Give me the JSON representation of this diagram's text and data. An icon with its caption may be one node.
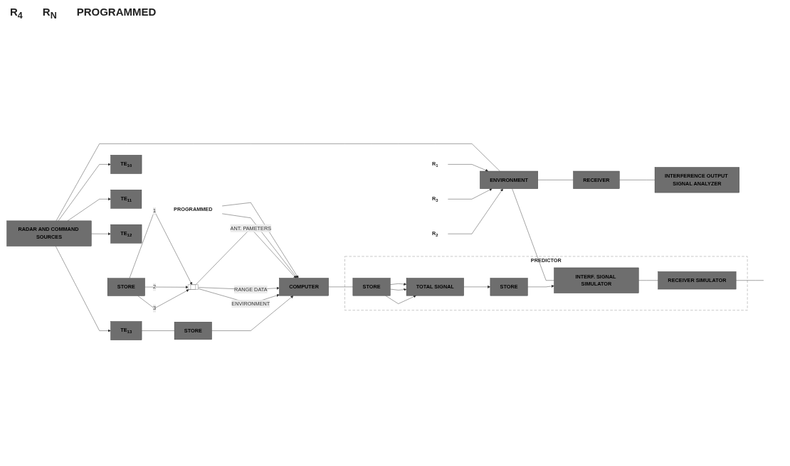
{
  "diagram": {
    "nodes": [
      {
        "text": [
          "RADAR AND COMMAND SOURCES"
        ]
      },
      {
        "text": [
          "R$_{1}$"
        ]
      },
      {
        "text": [
          "R$_{3}$"
        ]
      },
      {
        "text": [
          "R$_{2}$"
        ]
      },
      {
        "text": [
          "ENVIRONMENT"
        ]
      },
      {
        "text": [
          "RECEIVER"
        ]
      },
      {
        "text": [
          "INTERFERENCE OUTPUT SIGNAL ANALYZER"
        ]
      },
      {
        "text": [
          "PREDICTOR"
        ]
      },
      {
        "text": [
          "INTERF. SIGNAL SIMULATOR"
        ],
        "in": 7
      },
      {
        "text": [
          "RECEIVER SIMULATOR"
        ],
        "in": 7
      },
      {
        "text": [
          "TE$_{10}$"
        ]
      },
      {
        "text": [
          "TE$_{11}$"
        ]
      },
      {
        "text": [
          "TE$_{12}$"
        ]
      },
      {
        "text": [
          "TE$_{13}$"
        ]
      },
      {
        "text": [
          "STORE"
        ]
      },
      {
        "text": [
          "STORE"
        ],
        "in": 7
      },
      {
        "text": [
          "PROGRAMMED"
        ]
      },
      {
        "text": [
          "STORE"
        ]
      },
      {
        "text": [],
        "shape": "bar"
      },
      {
        "text": [
          "COMPUTER"
        ]
      },
      {
        "text": [
          "STORE"
        ],
        "in": 7
      },
      {
        "text": [
          "TOTAL SIGNAL"
        ],
        "in": 7
      }
    ],
    "edges": [
      {
        "from": 0,
        "to": 4,
        "arrow": "none"
      },
      {
        "from": 0,
        "to": 10,
        "arrow": "to"
      },
      {
        "from": 0,
        "to": 11,
        "arrow": "to"
      },
      {
        "from": 0,
        "to": 12,
        "arrow": "to"
      },
      {
        "from": 0,
        "to": 13,
        "arrow": "to"
      },
      {
        "from": 1,
        "to": 4,
        "arrow": "to"
      },
      {
        "from": 2,
        "to": 4,
        "arrow": "to"
      },
      {
        "from": 3,
        "to": 4,
        "arrow": "to"
      },
      {
        "from": 4,
        "to": 5,
        "arrow": "none"
      },
      {
        "from": 4,
        "to": 8,
        "arrow": "none"
      },
      {
        "from": 5,
        "to": 6,
        "arrow": "none"
      },
      {
        "from": 8,
        "to": 9,
        "arrow": "none"
      },
      {
        "from": 9,
        "to": null,
        "arrow": "none"
      },
      {
        "from": 13,
        "to": 14,
        "arrow": "none"
      },
      {
        "from": 14,
        "to": 19,
        "arrow": "to"
      },
      {
        "from": 16,
        "to": 19,
        "arrow": "to"
      },
      {
        "from": 16,
        "to": 19,
        "arrow": "to"
      },
      {
        "from": 17,
        "to": 18,
        "label": "1",
        "arrow": "to"
      },
      {
        "from": 17,
        "to": 18,
        "label": "2",
        "arrow": "to"
      },
      {
        "from": 17,
        "to": 18,
        "label": "3",
        "arrow": "to"
      },
      {
        "from": 18,
        "to": 19,
        "label": "ANT. PAMETERS",
        "arrow": "to"
      },
      {
        "from": 18,
        "to": 19,
        "label": "RANGE DATA",
        "arrow": "to"
      },
      {
        "from": 18,
        "to": 19,
        "label": "ENVIRONMENT",
        "arrow": "to"
      },
      {
        "from": 19,
        "to": 20,
        "arrow": "none"
      },
      {
        "from": 20,
        "to": 21,
        "arrow": "to"
      },
      {
        "from": 20,
        "to": 21,
        "arrow": "to"
      },
      {
        "from": 20,
        "to": 21,
        "arrow": "to"
      },
      {
        "from": 21,
        "to": 15,
        "arrow": "to"
      },
      {
        "from": 15,
        "to": 8,
        "arrow": "to"
      }
    ],
    "labels": [
      "R$_{4}$",
      "R$_{N}$",
      "PROGRAMMED"
    ]
  }
}
